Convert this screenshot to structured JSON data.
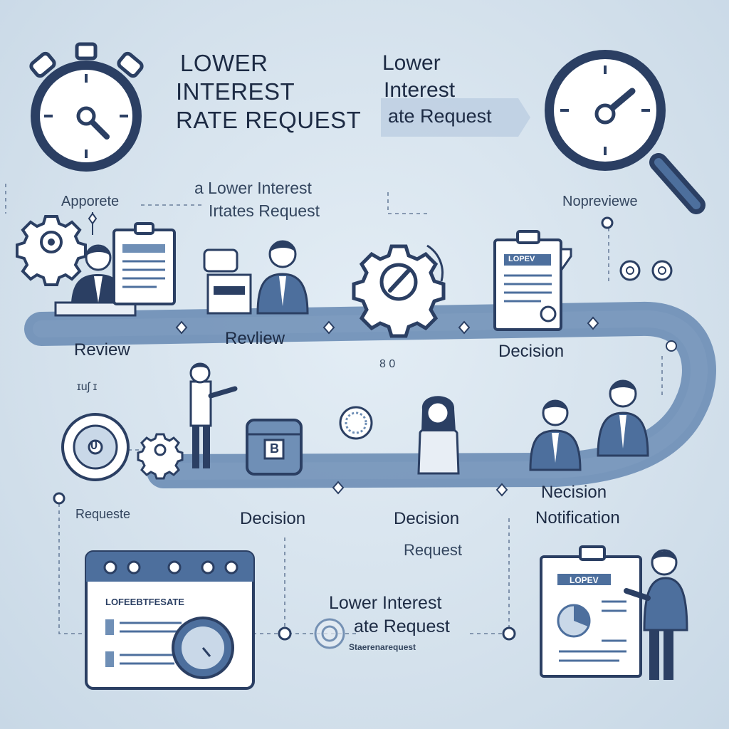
{
  "header": {
    "title_line1": "LOWER",
    "title_line2": "INTEREST",
    "title_line3": "RATE REQUEST",
    "side_line1": "Lower",
    "side_line2": "Interest",
    "side_line3": "ate Request"
  },
  "top_labels": {
    "left": "Apporete",
    "center_line1": "a Lower Interest",
    "center_line2": "Irtates Request",
    "right": "Nopreviewe"
  },
  "upper_path": {
    "review_left": "Review",
    "review_center": "Revliew",
    "decision": "Decision",
    "mid_marks": "8 0",
    "left_marks": "ɪuʃ ɪ"
  },
  "lower_path": {
    "request": "Requeste",
    "decision_left": "Decision",
    "decision_center": "Decision",
    "request_center": "Request",
    "decision_right": "Necision",
    "notification": "Notification"
  },
  "badges": {
    "doc_top": "LOPEV",
    "doc_bottom": "LOPEV",
    "browser_header": "LOFEEBTFESATE",
    "box_label": "B",
    "dial": "0"
  },
  "bottom": {
    "line1": "Lower Interest",
    "line2": "ate Request",
    "small": "Staerenarequest"
  },
  "colors": {
    "navy": "#2b3f63",
    "steel": "#4d6f9d",
    "path": "#6f8fb6",
    "light": "#c9d8e8",
    "background": "#d6e3ee"
  }
}
